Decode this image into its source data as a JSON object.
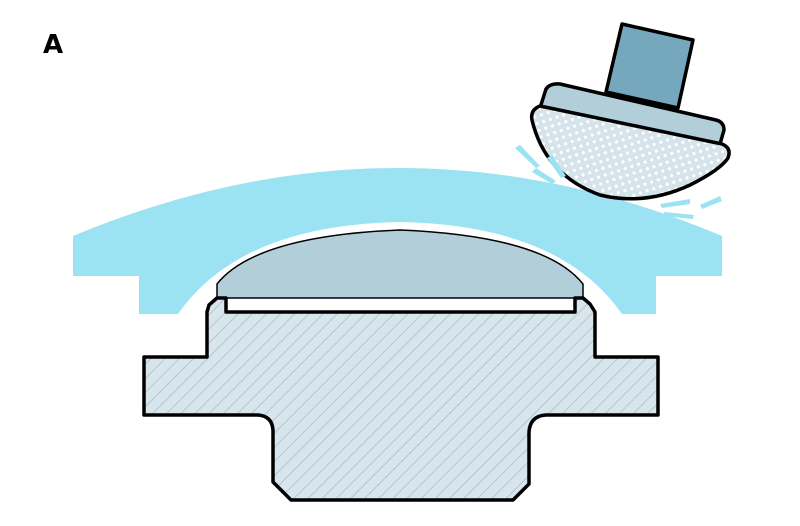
{
  "figure": {
    "panel_label": "A",
    "description": "Cross-section of lens polishing: a polishing tool pad contacts a curved lens blank held on a block, above a hatched holder.",
    "colors": {
      "lens_blank": "#9be3f2",
      "block": "#b1ced9",
      "holder_fill": "#d7e5ec",
      "holder_hatch": "#9fb2bc",
      "tool_shaft": "#76a8bd",
      "tool_body": "#b1ced9",
      "pad_fill": "#d5e3ea",
      "pad_dots": "#ffffff",
      "spray": "#9be3f2",
      "outline": "#000000"
    },
    "components": [
      {
        "id": "lens-blank",
        "label": "curved lens blank"
      },
      {
        "id": "lens-block",
        "label": "lens block / button"
      },
      {
        "id": "holder",
        "label": "hatched holder / chuck"
      },
      {
        "id": "polishing-tool",
        "label": "polishing tool with dotted pad"
      },
      {
        "id": "slurry-spray",
        "label": "slurry spray marks"
      }
    ]
  }
}
